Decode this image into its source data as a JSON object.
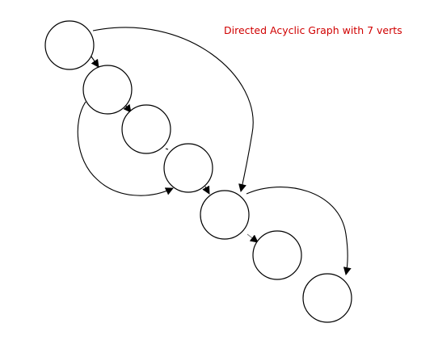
{
  "title": {
    "text": "Directed Acyclic Graph with 7 verts",
    "color": "#d00000"
  },
  "colors": {
    "stroke": "#000000",
    "fill": "#ffffff",
    "arrow": "#000000",
    "short_edge": "#777777"
  },
  "nodes": [
    {
      "id": "v1"
    },
    {
      "id": "v2"
    },
    {
      "id": "v3"
    },
    {
      "id": "v4"
    },
    {
      "id": "v5"
    },
    {
      "id": "v6"
    },
    {
      "id": "v7"
    }
  ],
  "edges": [
    {
      "from": "v1",
      "to": "v2"
    },
    {
      "from": "v2",
      "to": "v3"
    },
    {
      "from": "v3",
      "to": "v4"
    },
    {
      "from": "v4",
      "to": "v5"
    },
    {
      "from": "v5",
      "to": "v6"
    },
    {
      "from": "v1",
      "to": "v5"
    },
    {
      "from": "v2",
      "to": "v4"
    },
    {
      "from": "v5",
      "to": "v7"
    }
  ]
}
